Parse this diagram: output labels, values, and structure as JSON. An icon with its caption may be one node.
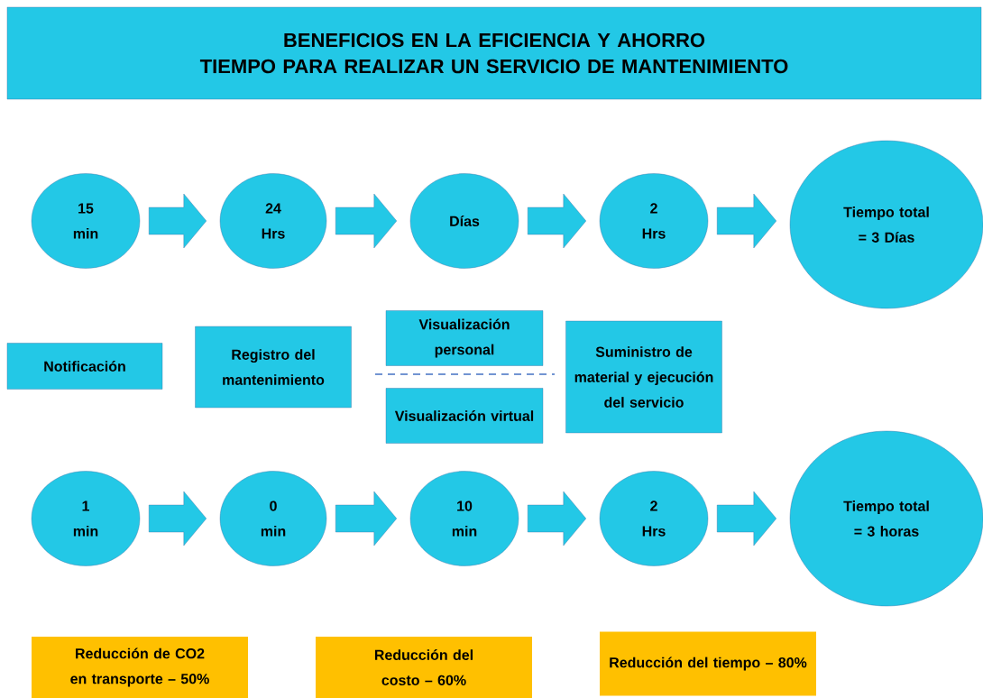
{
  "diagram": {
    "nodes": [
      {
        "text": [
          "BENEFICIOS EN LA EFICIENCIA Y AHORRO",
          "TIEMPO PARA REALIZAR UN SERVICIO DE MANTENIMIENTO"
        ]
      },
      {
        "text": [
          "15 min"
        ]
      },
      {
        "text": [
          "24 Hrs"
        ]
      },
      {
        "text": [
          "Días"
        ]
      },
      {
        "text": [
          "2 Hrs"
        ]
      },
      {
        "text": [
          "Tiempo total = 3 Días"
        ]
      },
      {
        "text": [
          "Notificación"
        ]
      },
      {
        "text": [
          "Registro del mantenimiento"
        ]
      },
      {
        "text": [
          "Visualización personal"
        ]
      },
      {
        "text": [
          "Visualización virtual"
        ]
      },
      {
        "text": [
          "Suministro de material y ejecución del servicio"
        ]
      },
      {
        "text": [
          "1 min"
        ]
      },
      {
        "text": [
          "0 min"
        ]
      },
      {
        "text": [
          "10 min"
        ]
      },
      {
        "text": [
          "2 Hrs"
        ]
      },
      {
        "text": [
          "Tiempo total = 3 horas"
        ]
      },
      {
        "text": [
          "Reducción de CO2 en transporte – 50%"
        ]
      },
      {
        "text": [
          "Reducción del costo – 60%"
        ]
      },
      {
        "text": [
          "Reducción del tiempo – 80%"
        ]
      }
    ],
    "edges": [
      {
        "from": 1,
        "to": 2,
        "arrow": "to"
      },
      {
        "from": 2,
        "to": 3,
        "arrow": "to"
      },
      {
        "from": 3,
        "to": 4,
        "arrow": "to"
      },
      {
        "from": 4,
        "to": 5,
        "arrow": "to"
      },
      {
        "from": 11,
        "to": 12,
        "arrow": "to"
      },
      {
        "from": 12,
        "to": 13,
        "arrow": "to"
      },
      {
        "from": 13,
        "to": 14,
        "arrow": "to"
      },
      {
        "from": 14,
        "to": 15,
        "arrow": "to"
      }
    ]
  }
}
